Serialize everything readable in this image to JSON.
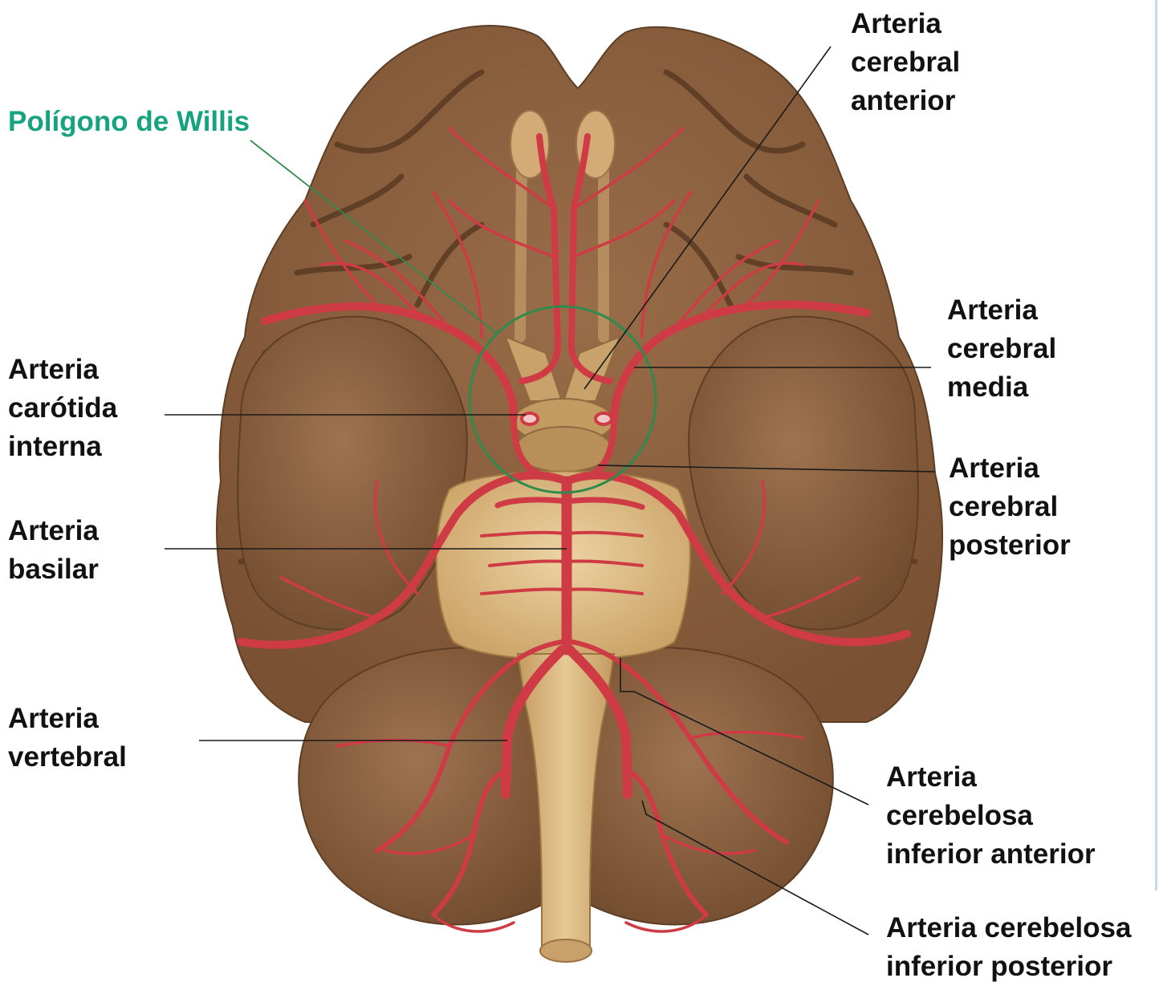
{
  "colors": {
    "brain": "#8b6141",
    "brain_dark": "#5a3a22",
    "brainstem": "#d8b67f",
    "artery": "#cf3b44",
    "circle": "#2e8b4e",
    "highlight_label": "#17a37f",
    "label": "#111111"
  },
  "labels": {
    "willis": "Polígono de Willis",
    "anterior_cerebral": [
      "Arteria",
      "cerebral",
      "anterior"
    ],
    "middle_cerebral": [
      "Arteria",
      "cerebral",
      "media"
    ],
    "internal_carotid": [
      "Arteria",
      "carótida",
      "interna"
    ],
    "posterior_cerebral": [
      "Arteria",
      "cerebral",
      "posterior"
    ],
    "basilar": [
      "Arteria",
      "basilar"
    ],
    "vertebral": [
      "Arteria",
      "vertebral"
    ],
    "aica": [
      "Arteria",
      "cerebelosa",
      "inferior anterior"
    ],
    "pica": [
      "Arteria cerebelosa",
      "inferior posterior"
    ]
  },
  "icons": {
    "illustration": "brain-inferior-view-illustration"
  }
}
